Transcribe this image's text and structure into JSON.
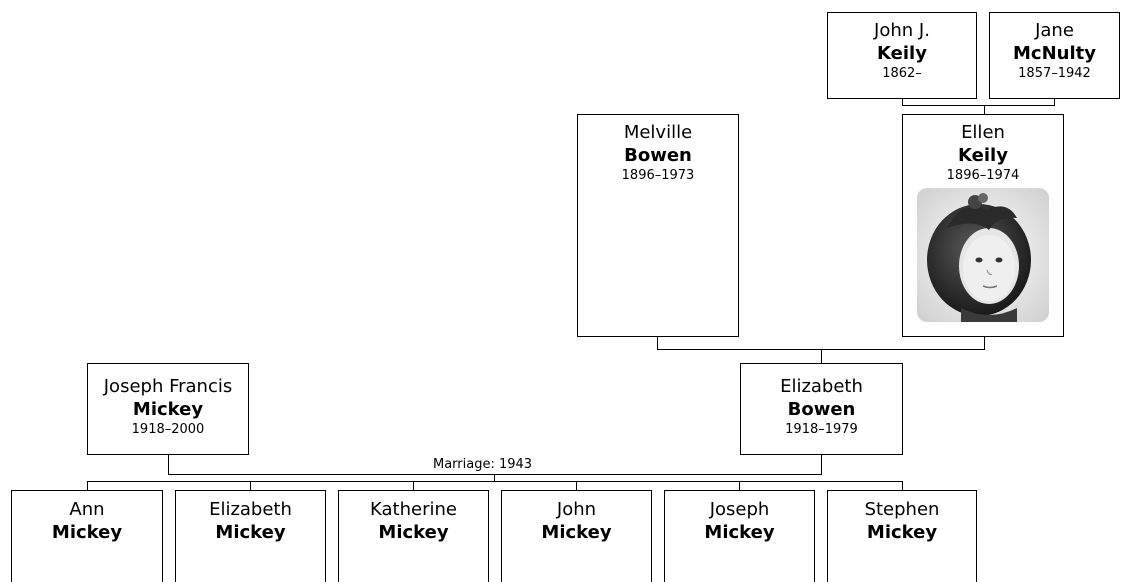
{
  "people": {
    "john_j_keily": {
      "given": "John J.",
      "surname": "Keily",
      "dates": "1862–"
    },
    "jane_mcnulty": {
      "given": "Jane",
      "surname": "McNulty",
      "dates": "1857–1942"
    },
    "melville_bowen": {
      "given": "Melville",
      "surname": "Bowen",
      "dates": "1896–1973"
    },
    "ellen_keily": {
      "given": "Ellen",
      "surname": "Keily",
      "dates": "1896–1974"
    },
    "joseph_francis_mickey": {
      "given": "Joseph Francis",
      "surname": "Mickey",
      "dates": "1918–2000"
    },
    "elizabeth_bowen": {
      "given": "Elizabeth",
      "surname": "Bowen",
      "dates": "1918–1979"
    },
    "children": [
      {
        "given": "Ann",
        "surname": "Mickey"
      },
      {
        "given": "Elizabeth",
        "surname": "Mickey"
      },
      {
        "given": "Katherine",
        "surname": "Mickey"
      },
      {
        "given": "John",
        "surname": "Mickey"
      },
      {
        "given": "Joseph",
        "surname": "Mickey"
      },
      {
        "given": "Stephen",
        "surname": "Mickey"
      }
    ]
  },
  "marriage_label": "Marriage: 1943"
}
